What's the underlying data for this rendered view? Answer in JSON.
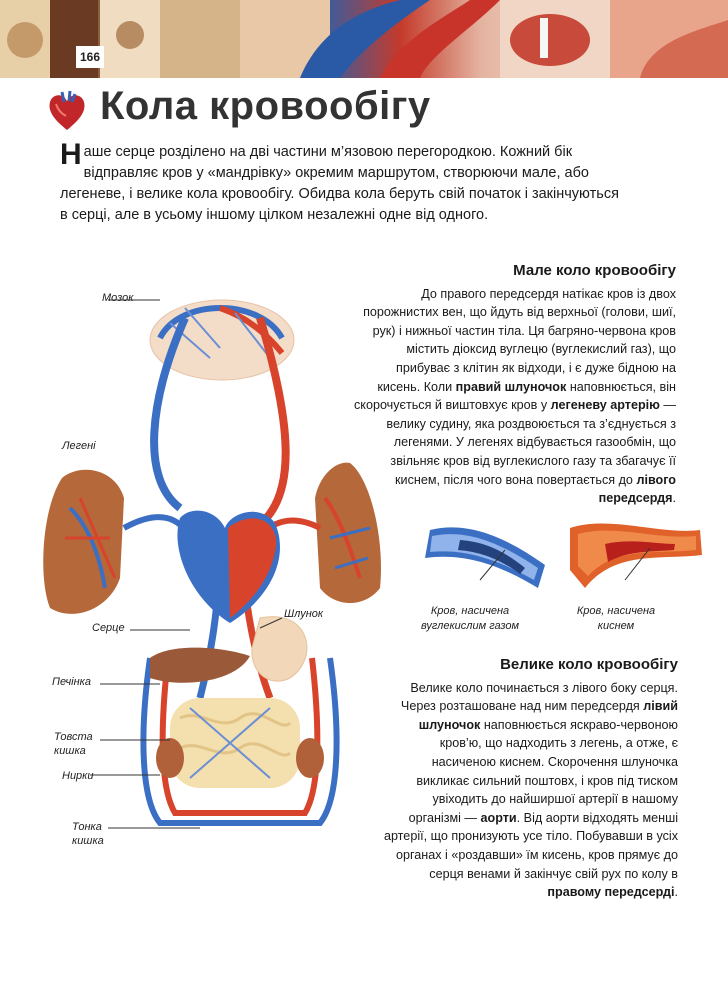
{
  "header": {
    "page_number": "166"
  },
  "title": "Кола кровообігу",
  "intro": {
    "dropcap": "Н",
    "text": "аше серце розділено на дві частини м’язовою перегородкою. Кожний бік відправляє кров у «мандрівку» окремим маршрутом, створюючи мале, або легеневе, і велике кола кровообігу. Обидва кола беруть свій початок і закінчуються в серці, але в усьому іншому цілком незалежні одне від одного."
  },
  "small_circle": {
    "heading": "Мале коло кровообігу",
    "p1": "До правого передсердя натікає кров із двох порожнистих вен, що йдуть від верхньої (голови, шиї, рук) і нижньої частин тіла. Ця багряно-червона кров містить діоксид вуглецю (вуглекислий газ), що прибуває з клітин як відходи, і є дуже бідною на кисень. Коли",
    "b1": "правий шлуночок",
    "p2": "наповнюється, він скорочується й виштовхує кров у",
    "b2": "легеневу артерію",
    "p3": "— велику судину, яка роздвоюється та з’єднується з легенями. У легенях відбувається газообмін, що звільняє кров від вуглекислого газу та збагачує її киснем, після чого вона повертається до",
    "b3": "лівого передсердя",
    "p4": "."
  },
  "vessel_captions": {
    "blue": "Кров, насичена вуглекислим газом",
    "red": "Кров, насичена киснем"
  },
  "large_circle": {
    "heading": "Велике коло кровообігу",
    "p1": "Велике коло починається з лівого боку серця. Через розташоване над ним передсердя",
    "b1": "лівий шлуночок",
    "p2": "наповнюється яскраво-червоною кров’ю, що надходить з легень, а отже, є насиченою киснем. Скорочення шлуночка викликає сильний поштовх, і кров під тиском увіходить до найширшої артерії в нашому організмі —",
    "b2": "аорти",
    "p3": ". Від аорти відходять менші артерії, що пронизують усе тіло. Побувавши в усіх органах і «роздавши» їм кисень, кров прямує до серця венами й закінчує свій рух по колу в",
    "b3": "правому передсерді",
    "p4": "."
  },
  "labels": {
    "brain": "Мозок",
    "lungs": "Легені",
    "heart": "Серце",
    "stomach": "Шлунок",
    "liver": "Печінка",
    "colon": "Товста кишка",
    "kidneys": "Нирки",
    "small_intestine": "Тонка кишка"
  },
  "colors": {
    "vein_blue": "#3b6fc4",
    "artery_red": "#d8432c",
    "title_gray": "#333333"
  }
}
